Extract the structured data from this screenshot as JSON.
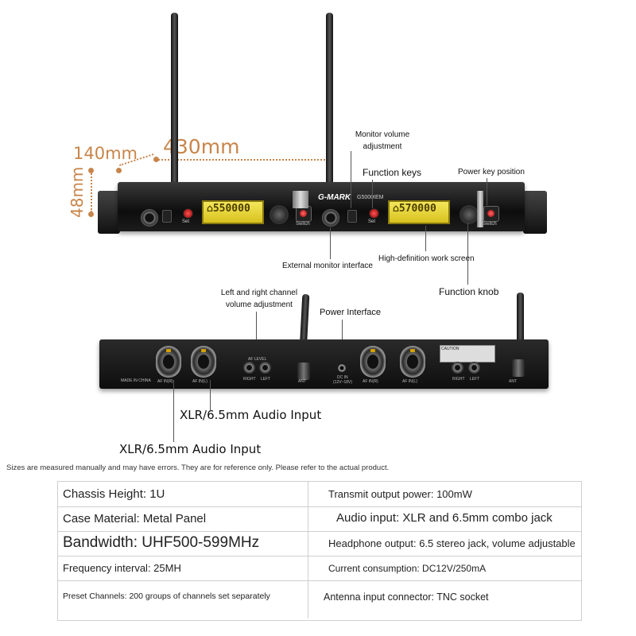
{
  "dimensions": {
    "depth": "140mm",
    "width": "430mm",
    "height": "48mm"
  },
  "front_panel": {
    "brand": "G-MARK",
    "model": "G5000IEM",
    "lcd_left": "⌂550000",
    "lcd_right": "⌂570000",
    "set_label": "Set",
    "switch_label": "Switch"
  },
  "callouts": {
    "monitor_volume": "Monitor volume adjustment",
    "function_keys": "Function keys",
    "power_key": "Power key position",
    "external_monitor": "External monitor interface",
    "hd_screen": "High-definition work screen",
    "function_knob": "Function knob",
    "lr_volume": "Left and right channel volume adjustment",
    "power_interface": "Power Interface",
    "xlr_input_1": "XLR/6.5mm Audio Input",
    "xlr_input_2": "XLR/6.5mm Audio Input"
  },
  "back_panel": {
    "made_in": "MADE IN CHINA",
    "af_in_r": "AF IN(R)",
    "af_in_l": "AF IN(L)",
    "right": "RIGHT",
    "left": "LEFT",
    "af_level": "AF LEVEL",
    "dc_in": "DC IN",
    "dc_spec": "(12V~18V)",
    "caution": "CAUTION",
    "ant": "ANT"
  },
  "note": "Sizes are measured manually and may have errors. They are for reference only. Please refer to the actual product.",
  "specs": [
    {
      "left": "Chassis Height: 1U",
      "right": "Transmit output power: 100mW"
    },
    {
      "left": "Case Material: Metal Panel",
      "right": "Audio input: XLR and 6.5mm combo jack"
    },
    {
      "left": "Bandwidth: UHF500-599MHz",
      "right": "Headphone output: 6.5 stereo jack, volume adjustable"
    },
    {
      "left": "Frequency interval: 25MH",
      "right": "Current consumption: DC12V/250mA"
    },
    {
      "left": "Preset Channels: 200 groups of channels set separately",
      "right": "Antenna input connector: TNC socket"
    }
  ],
  "colors": {
    "dimension": "#c8854a",
    "lcd": "#e8d53a",
    "accent_red": "#d10000"
  }
}
